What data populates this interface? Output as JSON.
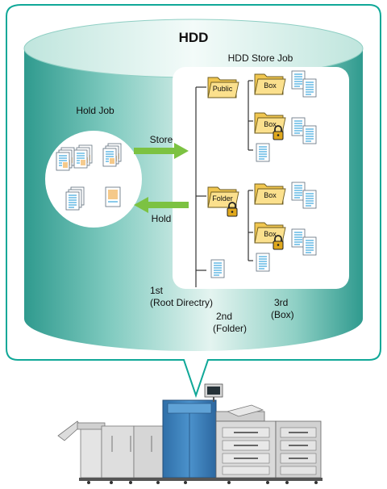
{
  "hdd": {
    "title": "HDD",
    "store_job_label": "HDD Store Job",
    "hold_job_label": "Hold Job",
    "store_arrow_label": "Store",
    "hold_arrow_label": "Hold",
    "folders": {
      "public": "Public",
      "folder": "Folder",
      "box_1": "Box",
      "box_2": "Box",
      "box_3": "Box",
      "box_4": "Box"
    },
    "levels": {
      "first_line1": "1st",
      "first_line2": "(Root Directry)",
      "second_line1": "2nd",
      "second_line2": "(Folder)",
      "third_line1": "3rd",
      "third_line2": "(Box)"
    }
  },
  "colors": {
    "frame": "#0fa89a",
    "cylinder_dark": "#3aa89c",
    "cylinder_light": "#d6efe9",
    "arrow_green": "#7cc242",
    "folder_fill": "#f7d77a",
    "doc_blue": "#5bb6e6",
    "printer_blue": "#3f86c2"
  },
  "icons": [
    "folder-icon",
    "lock-icon",
    "document-icon",
    "printer-icon"
  ]
}
